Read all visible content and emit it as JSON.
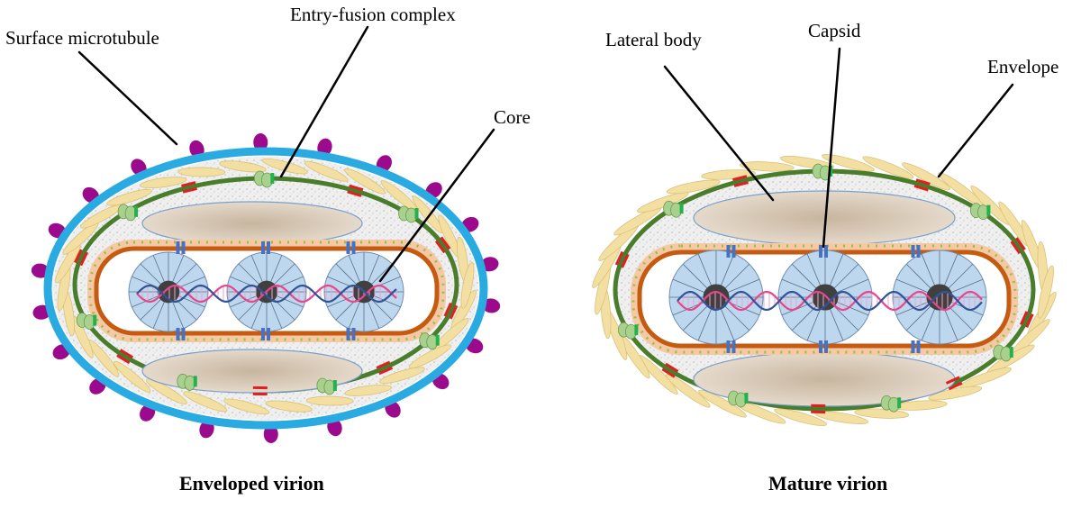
{
  "diagram": {
    "left": {
      "title": "Enveloped virion",
      "labels": {
        "surface_microtubule": "Surface microtubule",
        "entry_fusion_complex": "Entry-fusion complex",
        "core": "Core"
      }
    },
    "right": {
      "title": "Mature virion",
      "labels": {
        "lateral_body": "Lateral body",
        "capsid": "Capsid",
        "envelope": "Envelope"
      }
    }
  },
  "colors": {
    "outer_envelope": "#29abe2",
    "surface_knob": "#9b0a8c",
    "membrane": "#4a7d2b",
    "core_wall": "#c55a11",
    "core_fringe": "#f4b183",
    "lateral_body": "#d8c9b5",
    "nucleoprotein": "#bdd7ee",
    "dna_strand_a": "#e8468c",
    "dna_strand_b": "#2f5597",
    "filament": "#f3dfa2",
    "matrix": "#ebebeb",
    "red_marker": "#e02020",
    "blue_marker": "#4472c4",
    "green_protein": "#a9d18e"
  }
}
